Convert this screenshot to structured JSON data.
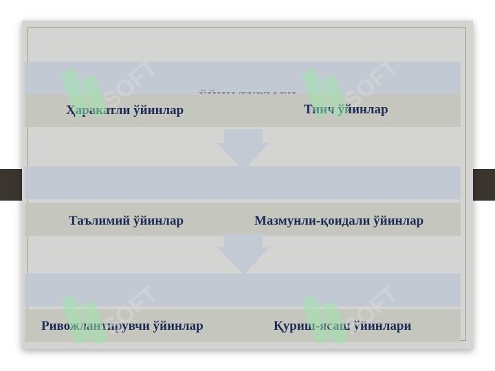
{
  "diagram": {
    "title": "ЎЙИН ТУРЛАРИ",
    "rows": [
      {
        "left": "Ҳаракатли ўйинлар",
        "right": "Тинч ўйинлар"
      },
      {
        "left": "Таълимий ўйинлар",
        "right": "Мазмунли-қоидали ўйинлар"
      },
      {
        "left": "Ривожлантирувчи ўйинлар",
        "right": "Қуриш-ясаш ўйинлари"
      }
    ]
  },
  "watermark": {
    "text": "SOFT"
  },
  "colors": {
    "band": "#c3c9d3",
    "strip": "#c5c6bd",
    "label": "#1c2b56",
    "arrow": "#c4cad4",
    "watermark_green": "#9fe6ad"
  }
}
